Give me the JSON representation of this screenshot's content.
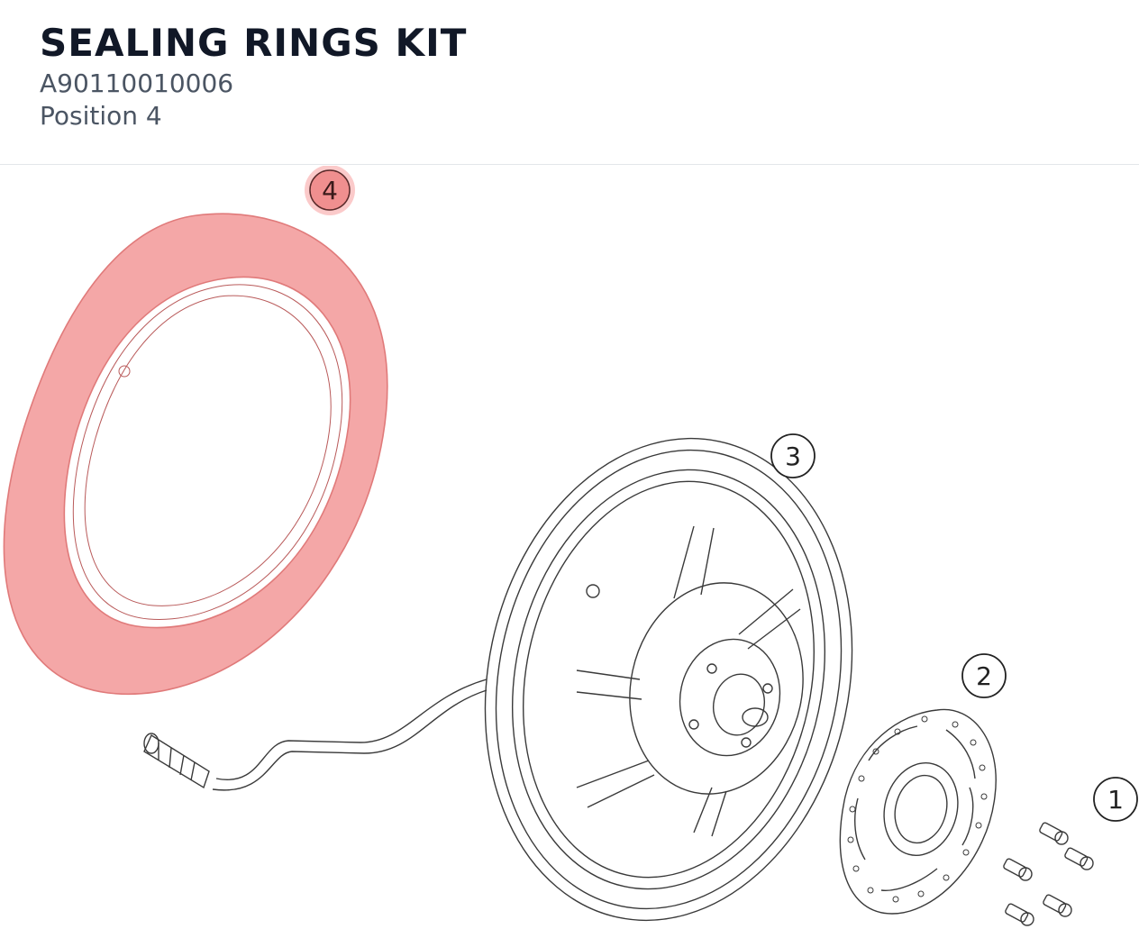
{
  "header": {
    "title": "SEALING RINGS KIT",
    "part_number": "A90110010006",
    "position": "Position 4"
  },
  "diagram": {
    "callouts": [
      {
        "label": "4",
        "highlighted": true
      },
      {
        "label": "3",
        "highlighted": false
      },
      {
        "label": "2",
        "highlighted": false
      },
      {
        "label": "1",
        "highlighted": false
      }
    ],
    "colors": {
      "highlight_fill": "#f4a7a7",
      "highlight_stroke": "#e07a7a",
      "line": "#3a3a3a",
      "callout_highlight_fill": "#f08f8f"
    }
  }
}
